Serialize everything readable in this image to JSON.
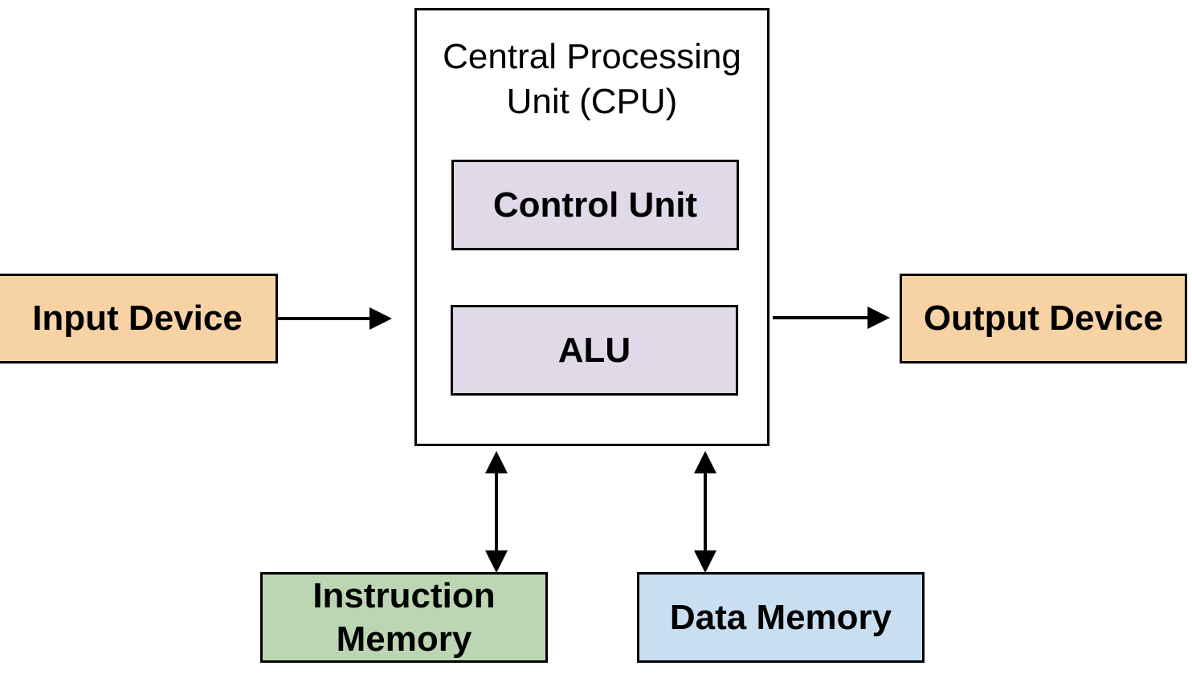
{
  "cpu": {
    "title_line1": "Central Processing",
    "title_line2": "Unit (CPU)"
  },
  "control_unit": {
    "label": "Control Unit"
  },
  "alu": {
    "label": "ALU"
  },
  "input_device": {
    "label": "Input Device"
  },
  "output_device": {
    "label": "Output Device"
  },
  "instruction_memory": {
    "label_line1": "Instruction",
    "label_line2": "Memory"
  },
  "data_memory": {
    "label": "Data Memory"
  },
  "colors": {
    "io_fill": "#f6d2a4",
    "cpu_inner_fill": "#e0d9e8",
    "instruction_memory_fill": "#bcd6b3",
    "data_memory_fill": "#c9def0",
    "stroke": "#000000"
  }
}
